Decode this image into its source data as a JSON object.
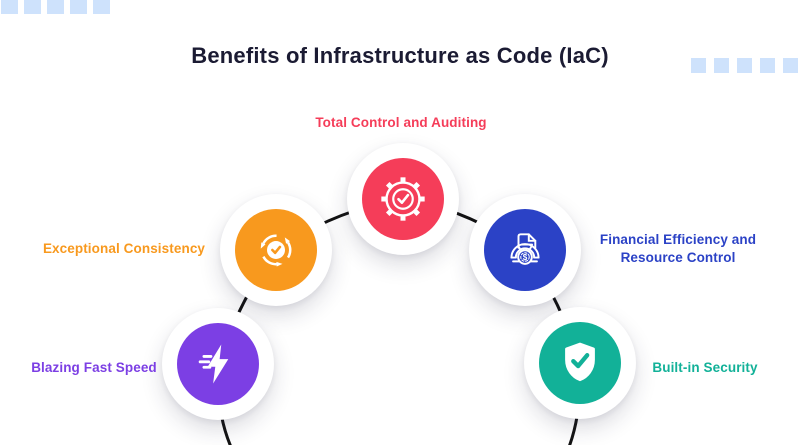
{
  "title": "Benefits of Infrastructure as Code (IaC)",
  "benefits": [
    {
      "label": "Total Control and Auditing",
      "color": "#F53D59",
      "icon": "gear-check-icon",
      "position": "top-center"
    },
    {
      "label": "Exceptional Consistency",
      "color": "#F8991E",
      "icon": "sync-check-icon",
      "position": "upper-left"
    },
    {
      "label": "Financial Efficiency and\nResource Control",
      "color": "#2B42C6",
      "icon": "finance-gauge-icon",
      "position": "upper-right"
    },
    {
      "label": "Blazing Fast Speed",
      "color": "#7C3FE4",
      "icon": "lightning-speed-icon",
      "position": "lower-left"
    },
    {
      "label": "Built-in Security",
      "color": "#12B198",
      "icon": "shield-check-icon",
      "position": "lower-right"
    }
  ],
  "decor": {
    "top_left_squares": 5,
    "top_right_squares": 5,
    "square_color": "#CEE2FC"
  },
  "colors": {
    "title_text": "#1B1B33",
    "connector_line": "#131313",
    "background": "#FFFFFF"
  }
}
